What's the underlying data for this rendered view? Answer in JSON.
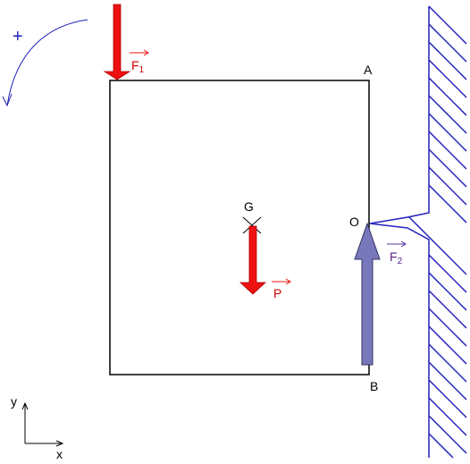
{
  "labels": {
    "plus": "+",
    "A": "A",
    "B": "B",
    "O": "O",
    "G": "G",
    "F1": "F",
    "F1_sub": "1",
    "F2": "F",
    "F2_sub": "2",
    "P": "P",
    "x": "x",
    "y": "y"
  },
  "colors": {
    "red": "#ee1111",
    "blue": "#2222bb",
    "violet": "#7777bb",
    "black": "#000000",
    "darkred": "#cc0000",
    "purple": "#552288"
  }
}
